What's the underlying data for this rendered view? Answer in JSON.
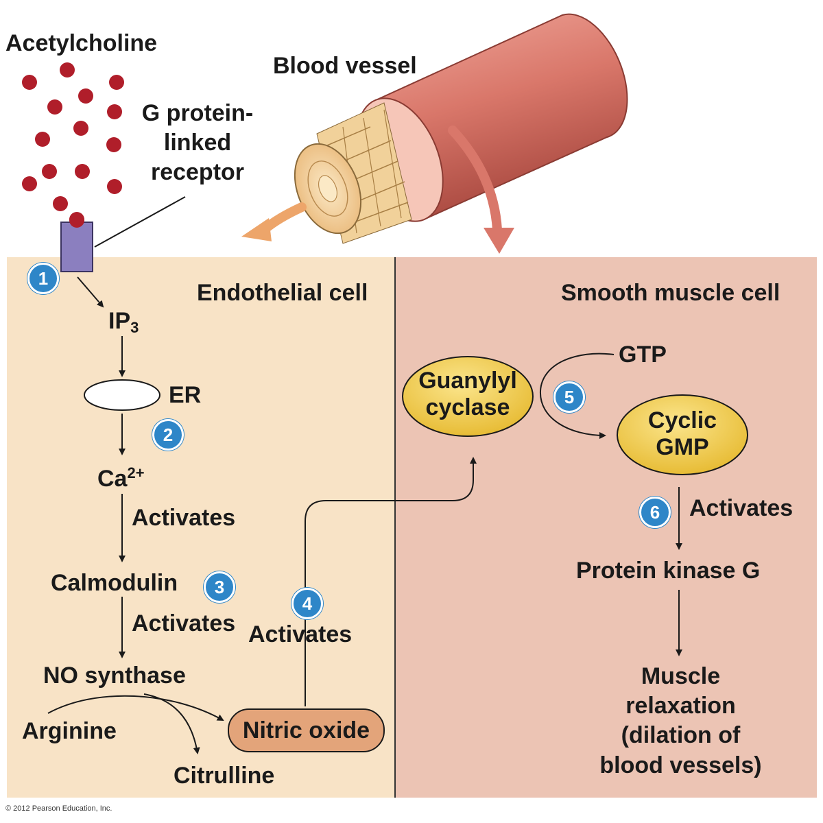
{
  "colors": {
    "endothelial_bg": "#f8e3c6",
    "smooth_muscle_bg": "#ecc4b4",
    "acetylcholine_dot": "#b01e2a",
    "receptor": "#8b7fbf",
    "enzyme_fill": "#f2cf4a",
    "nitric_oxide_fill": "#e3a47a",
    "step_badge": "#2e86c8",
    "vessel": "#d9776a"
  },
  "labels": {
    "acetylcholine": "Acetylcholine",
    "blood_vessel": "Blood vessel",
    "receptor": "G protein-\nlinked\nreceptor",
    "endothelial_cell": "Endothelial cell",
    "smooth_muscle_cell": "Smooth muscle cell",
    "ip3_main": "IP",
    "ip3_sub": "3",
    "er": "ER",
    "ca_main": "Ca",
    "ca_sup": "2+",
    "activates_1": "Activates",
    "calmodulin": "Calmodulin",
    "activates_2": "Activates",
    "no_synthase": "NO synthase",
    "arginine": "Arginine",
    "citrulline": "Citrulline",
    "nitric_oxide": "Nitric oxide",
    "activates_4": "Activates",
    "guanylyl_cyclase": "Guanylyl\ncyclase",
    "gtp": "GTP",
    "cyclic_gmp": "Cyclic\nGMP",
    "activates_6": "Activates",
    "protein_kinase_g": "Protein kinase G",
    "muscle_relaxation": "Muscle\nrelaxation\n(dilation of\nblood vessels)"
  },
  "steps": [
    "1",
    "2",
    "3",
    "4",
    "5",
    "6"
  ],
  "copyright": "© 2012 Pearson Education, Inc."
}
